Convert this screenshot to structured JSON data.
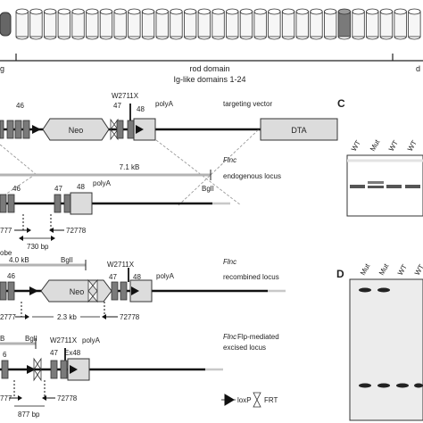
{
  "top": {
    "left_label": "g",
    "rod_label_line1": "rod domain",
    "rod_label_line2": "Ig-like domains 1-24",
    "right_label": "d"
  },
  "row1": {
    "exon_46": "46",
    "mutation": "W2711X",
    "exon_47": "47",
    "exon_48": "48",
    "polya": "polyA",
    "neo": "Neo",
    "dta": "DTA",
    "title": "targeting vector"
  },
  "row2": {
    "kb": "7.1 kB",
    "bgl": "BglI",
    "title_gene": "Flnc",
    "title_rest": "endogenous locus",
    "exon_46": "46",
    "exon_47": "47",
    "exon_48": "48",
    "polya": "polyA",
    "primer_left": "777",
    "primer_right": "72778",
    "bp": "730 bp",
    "probe": "obe"
  },
  "row3": {
    "kb": "4.0 kB",
    "bgl": "BglI",
    "title_gene": "Flnc",
    "title_rest": "recombined locus",
    "exon_46": "46",
    "mutation": "W2711X",
    "exon_47": "47",
    "exon_48": "48",
    "polya": "polyA",
    "neo": "Neo",
    "primer_left": "2777",
    "kb2": "2.3 kb",
    "primer_right": "72778"
  },
  "row4": {
    "kb": "B",
    "bgl": "BglI",
    "mutation": "W2711X",
    "exon_47": "47",
    "ex48": "Ex48",
    "polya": "polyA",
    "exon_46": "6",
    "title_gene": "Flnc",
    "title_rest1": "Flp-mediated",
    "title_rest2": "excised locus",
    "primer_left": "777",
    "primer_right": "72778",
    "bp": "877 bp"
  },
  "legend": {
    "loxp": "loxP",
    "frt": "FRT"
  },
  "panel_c": {
    "letter": "C",
    "lanes": [
      "WT",
      "Mut",
      "WT",
      "WT"
    ]
  },
  "panel_d": {
    "letter": "D",
    "lanes": [
      "Mut",
      "Mut",
      "WT",
      "WT"
    ]
  },
  "colors": {
    "exon": "#7a7a7a",
    "box": "#dcdcdc",
    "line": "#111111",
    "gray_line": "#bdbdbd"
  }
}
